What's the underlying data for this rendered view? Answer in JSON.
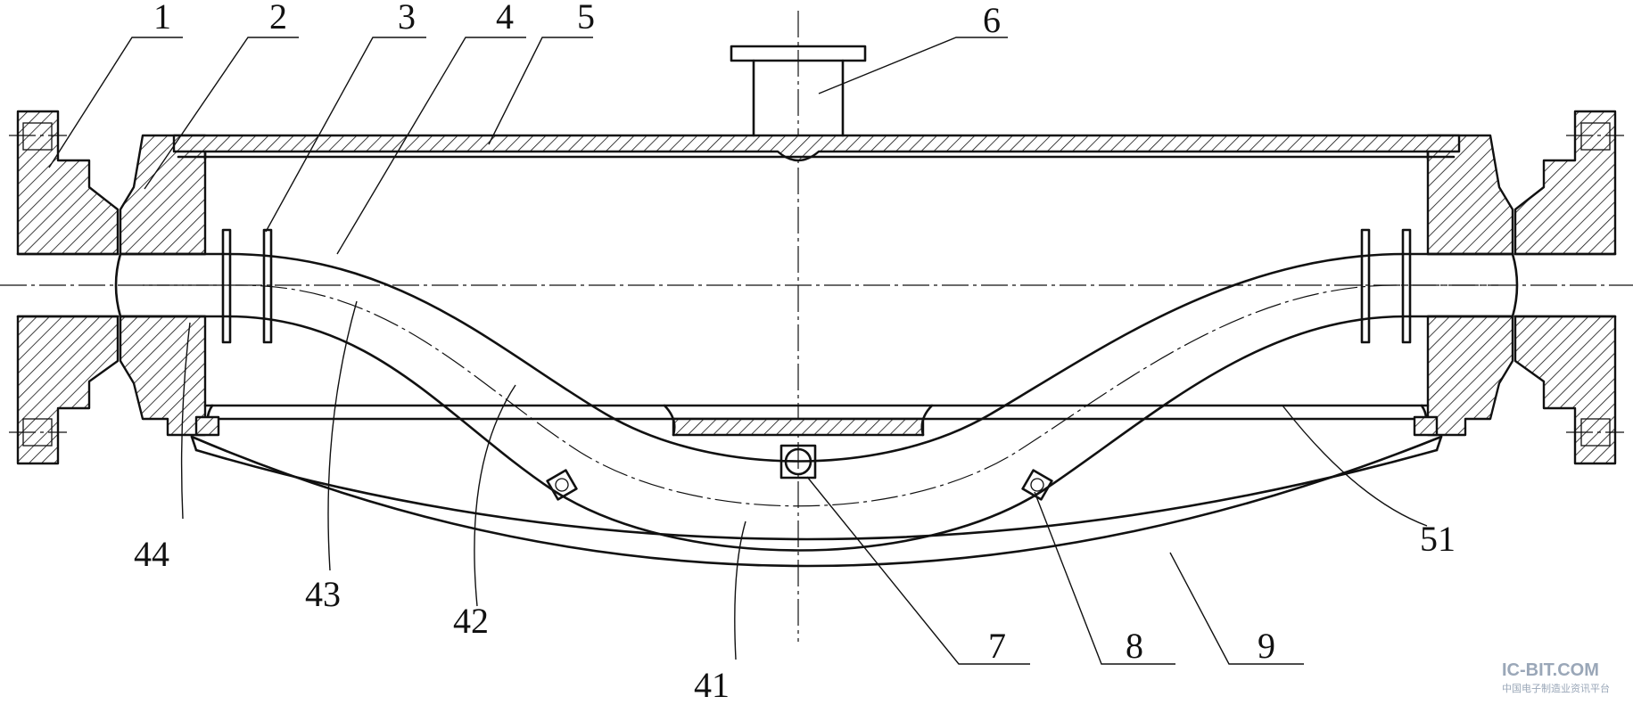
{
  "labels": {
    "l1": "1",
    "l2": "2",
    "l3": "3",
    "l4": "4",
    "l5": "5",
    "l6": "6",
    "l7": "7",
    "l8": "8",
    "l9": "9",
    "l41": "41",
    "l42": "42",
    "l43": "43",
    "l44": "44",
    "l51": "51"
  },
  "watermark": {
    "brand": "IC-BIT.COM",
    "tagline": "中国电子制造业资讯平台"
  },
  "colors": {
    "ink": "#111111",
    "paper": "#ffffff",
    "watermark": "#9aa7b8"
  }
}
